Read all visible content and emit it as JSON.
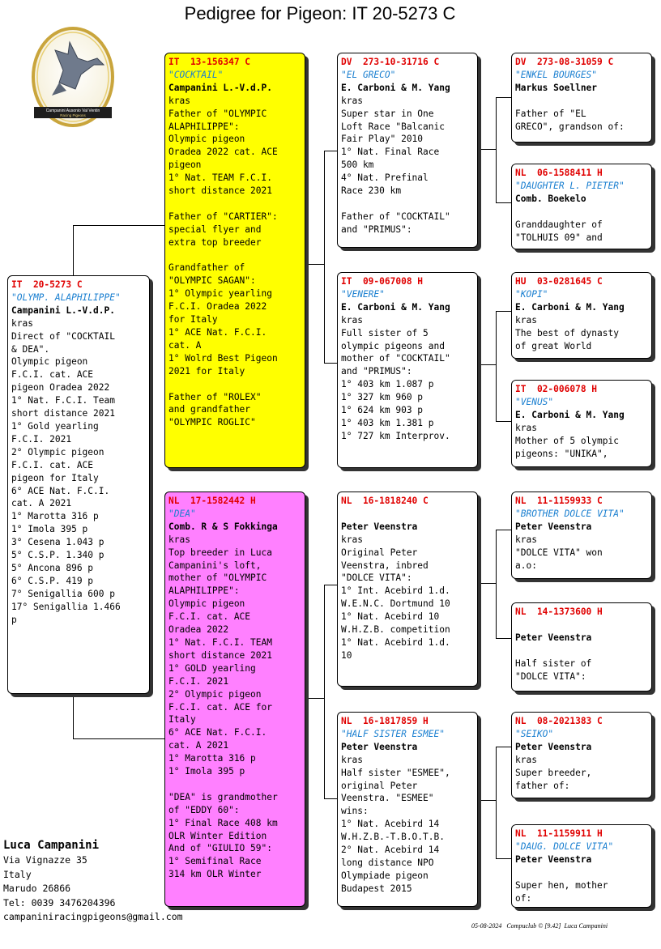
{
  "title": "Pedigree for Pigeon: IT  20-5273 C",
  "logo_text": [
    "Campanini Ausonio Val Ventin",
    "Racing Pigeons"
  ],
  "subject": {
    "ring": "IT  20-5273 C",
    "name": "\"OLYMP. ALAPHILIPPE\"",
    "owner": "Campanini L.-V.d.P.",
    "lines": [
      "kras",
      "Direct of \"COCKTAIL",
      "& DEA\".",
      "Olympic pigeon",
      "F.C.I. cat. ACE",
      "pigeon Oradea 2022",
      "1° Nat. F.C.I. Team",
      "short distance 2021",
      "1° Gold yearling",
      "F.C.I. 2021",
      "2° Olympic pigeon",
      "F.C.I. cat. ACE",
      "pigeon for Italy",
      "6° ACE Nat. F.C.I.",
      "cat. A 2021",
      "1° Marotta 316 p",
      "1° Imola 395 p",
      "3° Cesena 1.043 p",
      "5° C.S.P. 1.340 p",
      "5° Ancona 896 p",
      "6° C.S.P. 419 p",
      "7° Senigallia 600 p",
      "17° Senigallia 1.466",
      "p"
    ]
  },
  "sire": {
    "ring": "IT  13-156347 C",
    "name": "\"COCKTAIL\"",
    "owner": "Campanini L.-V.d.P.",
    "lines": [
      "kras",
      "Father of \"OLYMPIC",
      "ALAPHILIPPE\":",
      "Olympic pigeon",
      "Oradea 2022 cat. ACE",
      "pigeon",
      "1° Nat. TEAM F.C.I.",
      "short distance 2021",
      "",
      "Father of \"CARTIER\":",
      "special flyer and",
      "extra top breeder",
      "",
      "Grandfather of",
      "\"OLYMPIC SAGAN\":",
      "1° Olympic yearling",
      "F.C.I. Oradea 2022",
      "for Italy",
      "1° ACE Nat. F.C.I.",
      "cat. A",
      "1° Wolrd Best Pigeon",
      "2021 for Italy",
      "",
      "Father of \"ROLEX\"",
      "and grandfather",
      "\"OLYMPIC ROGLIC\""
    ]
  },
  "dam": {
    "ring": "NL  17-1582442 H",
    "name": "\"DEA\"",
    "owner": "Comb. R & S Fokkinga",
    "lines": [
      "kras",
      "Top breeder in Luca",
      "Campanini's loft,",
      "mother of \"OLYMPIC",
      "ALAPHILIPPE\":",
      "Olympic pigeon",
      "F.C.I. cat. ACE",
      "Oradea 2022",
      "1° Nat. F.C.I. TEAM",
      "short distance 2021",
      "1° GOLD yearling",
      "F.C.I. 2021",
      "2° Olympic pigeon",
      "F.C.I. cat. ACE for",
      "Italy",
      "6° ACE Nat. F.C.I.",
      "cat. A 2021",
      "1° Marotta 316 p",
      "1° Imola 395 p",
      "",
      "\"DEA\" is grandmother",
      "of \"EDDY 60\":",
      "1° Final Race 408 km",
      "OLR Winter Edition",
      "And of \"GIULIO 59\":",
      "1° Semifinal Race",
      "314 km OLR Winter"
    ]
  },
  "ss": {
    "ring": "DV  273-10-31716 C",
    "name": "\"EL GRECO\"",
    "owner": "E. Carboni & M. Yang",
    "lines": [
      "kras",
      "Super star in One",
      "Loft Race \"Balcanic",
      "Fair Play\" 2010",
      "1° Nat. Final Race",
      "500 km",
      "4° Nat. Prefinal",
      "Race 230 km",
      "",
      "Father of \"COCKTAIL\"",
      "and \"PRIMUS\":"
    ]
  },
  "sd": {
    "ring": "IT  09-067008 H",
    "name": "\"VENERE\"",
    "owner": "E. Carboni & M. Yang",
    "lines": [
      "kras",
      "Full sister of 5",
      "olympic pigeons and",
      "mother of \"COCKTAIL\"",
      "and \"PRIMUS\":",
      "1° 403 km 1.087 p",
      "1° 327 km 960 p",
      "1° 624 km 903 p",
      "1° 403 km 1.381 p",
      "1° 727 km Interprov."
    ]
  },
  "ds": {
    "ring": "NL  16-1818240 C",
    "name": "",
    "owner": "Peter Veenstra",
    "lines": [
      "kras",
      "Original Peter",
      "Veenstra, inbred",
      "\"DOLCE VITA\":",
      "1° Int. Acebird 1.d.",
      "W.E.N.C. Dortmund 10",
      "1° Nat. Acebird 10",
      "W.H.Z.B. competition",
      "1° Nat. Acebird 1.d.",
      "10"
    ]
  },
  "dd": {
    "ring": "NL  16-1817859 H",
    "name": "\"HALF SISTER ESMEE\"",
    "owner": "Peter Veenstra",
    "lines": [
      "kras",
      "Half sister \"ESMEE\",",
      "original Peter",
      "Veenstra. \"ESMEE\"",
      "wins:",
      "1° Nat. Acebird 14",
      "W.H.Z.B.-T.B.O.T.B.",
      "2° Nat. Acebird 14",
      "long distance NPO",
      "Olympiade pigeon",
      "Budapest 2015"
    ]
  },
  "sss": {
    "ring": "DV  273-08-31059 C",
    "name": "\"ENKEL BOURGES\"",
    "owner": "Markus Soellner",
    "lines": [
      "",
      "Father of \"EL",
      "GRECO\", grandson of:"
    ]
  },
  "ssd": {
    "ring": "NL  06-1588411 H",
    "name": "\"DAUGHTER L. PIETER\"",
    "owner": "Comb. Boekelo",
    "lines": [
      "",
      "Granddaughter of",
      "\"TOLHUIS 09\" and"
    ]
  },
  "sds": {
    "ring": "HU  03-0281645 C",
    "name": "\"KOPI\"",
    "owner": "E. Carboni & M. Yang",
    "lines": [
      "kras",
      "The best of dynasty",
      "of great World"
    ]
  },
  "sdd": {
    "ring": "IT  02-006078 H",
    "name": "\"VENUS\"",
    "owner": "E. Carboni & M. Yang",
    "lines": [
      "kras",
      "Mother of 5 olympic",
      "pigeons: \"UNIKA\","
    ]
  },
  "dss": {
    "ring": "NL  11-1159933 C",
    "name": "\"BROTHER DOLCE VITA\"",
    "owner": "Peter Veenstra",
    "lines": [
      "kras",
      "\"DOLCE VITA\" won",
      "a.o:"
    ]
  },
  "dsd": {
    "ring": "NL  14-1373600 H",
    "name": "",
    "owner": "Peter Veenstra",
    "lines": [
      "",
      "Half sister of",
      "\"DOLCE VITA\":"
    ]
  },
  "dds": {
    "ring": "NL  08-2021383 C",
    "name": "\"SEIKO\"",
    "owner": "Peter Veenstra",
    "lines": [
      "kras",
      "Super breeder,",
      "father of:"
    ]
  },
  "ddd": {
    "ring": "NL  11-1159911 H",
    "name": "\"DAUG. DOLCE VITA\"",
    "owner": "Peter Veenstra",
    "lines": [
      "",
      "Super hen, mother",
      "of:"
    ]
  },
  "breeder": {
    "name": "Luca Campanini",
    "street": "Via Vignazze 35",
    "country": "Italy",
    "city": "Marudo 26866",
    "tel": "Tel: 0039 3476204396",
    "email": "campaniniracingpigeons@gmail.com"
  },
  "footer": "05-08-2024   Compuclub © [9.42]  Luca Campanini"
}
